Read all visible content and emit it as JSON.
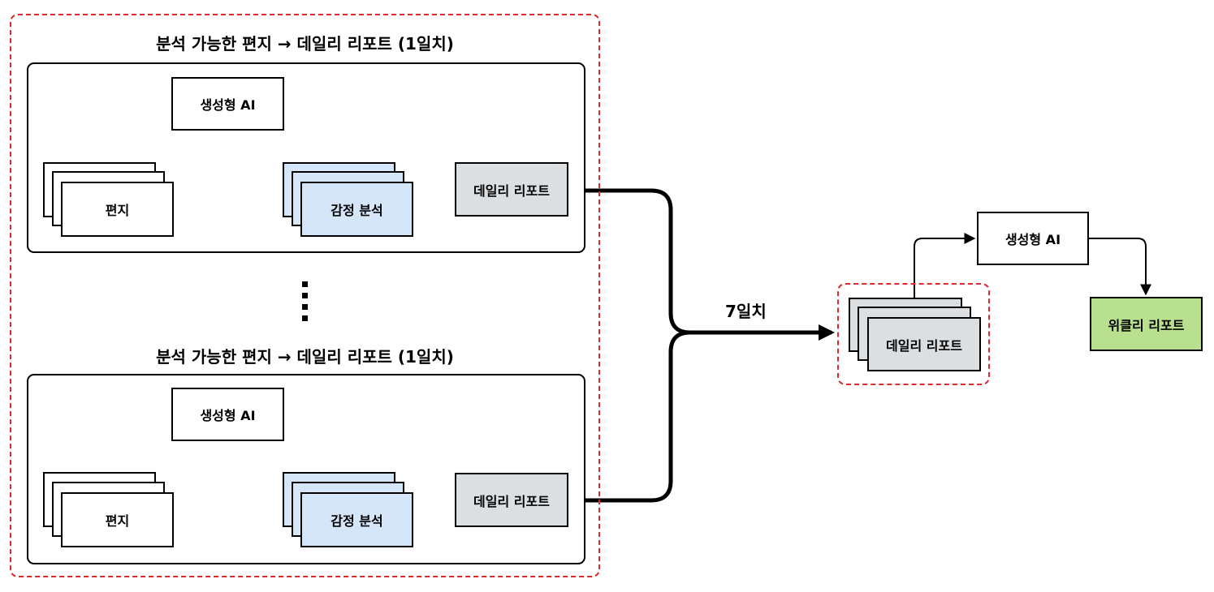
{
  "daily_group": {
    "title": "분석 가능한 편지 → 데일리 리포트 (1일치)",
    "generative_ai": "생성형 AI",
    "letters": "편지",
    "emotion_analysis": "감정 분석",
    "daily_report": "데일리 리포트"
  },
  "merge_label": "7일치",
  "weekly": {
    "daily_reports": "데일리 리포트",
    "generative_ai": "생성형 AI",
    "weekly_report": "위클리 리포트"
  },
  "colors": {
    "dashed_border": "#e0292b",
    "emotion_fill": "#d6e6f9",
    "report_fill": "#dcdfe2",
    "weekly_fill": "#b9e08e"
  }
}
